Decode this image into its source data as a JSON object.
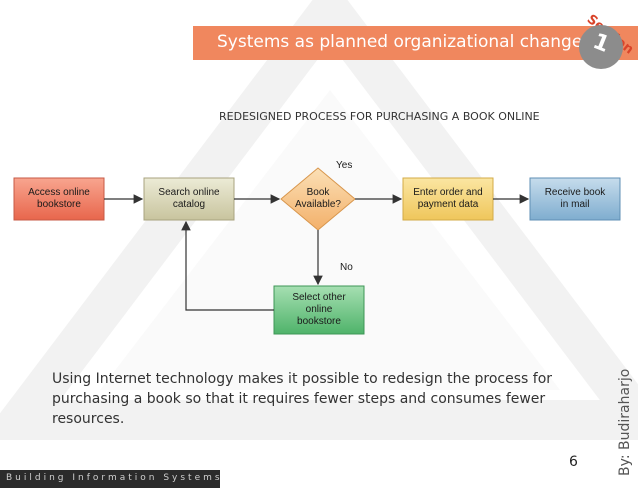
{
  "slide": {
    "title": "Systems as planned organizational change",
    "section_label": "Section",
    "section_number": "1",
    "subtitle": "REDESIGNED PROCESS FOR PURCHASING A BOOK ONLINE",
    "body": "Using Internet technology makes it possible to redesign the process for purchasing a book so that it requires fewer steps and consumes fewer resources.",
    "page_number": "6",
    "author": "By: Budiraharjo",
    "footer": "Building Information Systems"
  },
  "flowchart": {
    "access": [
      "Access online",
      "bookstore"
    ],
    "search": [
      "Search online",
      "catalog"
    ],
    "decision": [
      "Book",
      "Available?"
    ],
    "enter": [
      "Enter order and",
      "payment data"
    ],
    "receive": [
      "Receive book",
      "in mail"
    ],
    "select": [
      "Select other",
      "online",
      "bookstore"
    ],
    "yes_label": "Yes",
    "no_label": "No"
  },
  "colors": {
    "title_bar": "#f0875e",
    "section_badge": "#8c8c8c",
    "access_box": "#f2836b",
    "search_box": "#d9d6b8",
    "decision": "#f7c88a",
    "enter_box": "#f5d57a",
    "receive_box": "#9fc3dc",
    "select_box": "#79c88c",
    "footer_bar": "#2b2b2b"
  }
}
